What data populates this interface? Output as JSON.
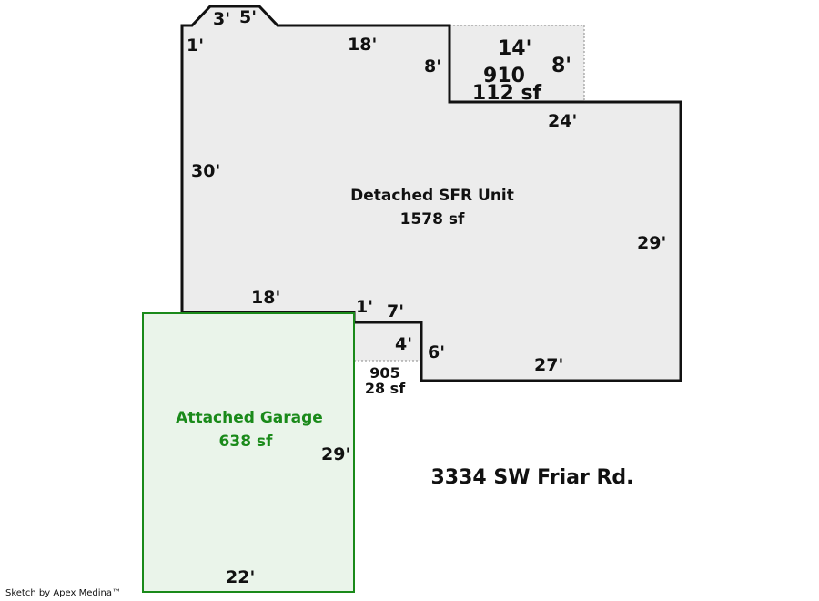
{
  "address": "3334 SW Friar Rd.",
  "credit": "Sketch by Apex Medina™",
  "colors": {
    "main_fill": "#ececec",
    "garage_fill": "#eaf4ea",
    "garage_stroke": "#1a8a1a",
    "outline": "#111111"
  },
  "main_unit": {
    "name": "Detached SFR Unit",
    "area": "1578 sf",
    "dimensions": {
      "chamfer_left": "1'",
      "chamfer_a": "3'",
      "chamfer_b": "5'",
      "top": "18'",
      "notch_side": "8'",
      "right_top": "24'",
      "left": "30'",
      "right": "29'",
      "bottom_left": "18'",
      "step_a": "1'",
      "step_b": "7'",
      "step_c": "4'",
      "step_d": "6'",
      "bottom": "27'"
    }
  },
  "porch_910": {
    "code": "910",
    "area": "112 sf",
    "width": "14'",
    "depth": "8'"
  },
  "porch_905": {
    "code": "905",
    "area": "28 sf"
  },
  "garage": {
    "name": "Attached Garage",
    "area": "638 sf",
    "side": "29'",
    "bottom": "22'"
  }
}
